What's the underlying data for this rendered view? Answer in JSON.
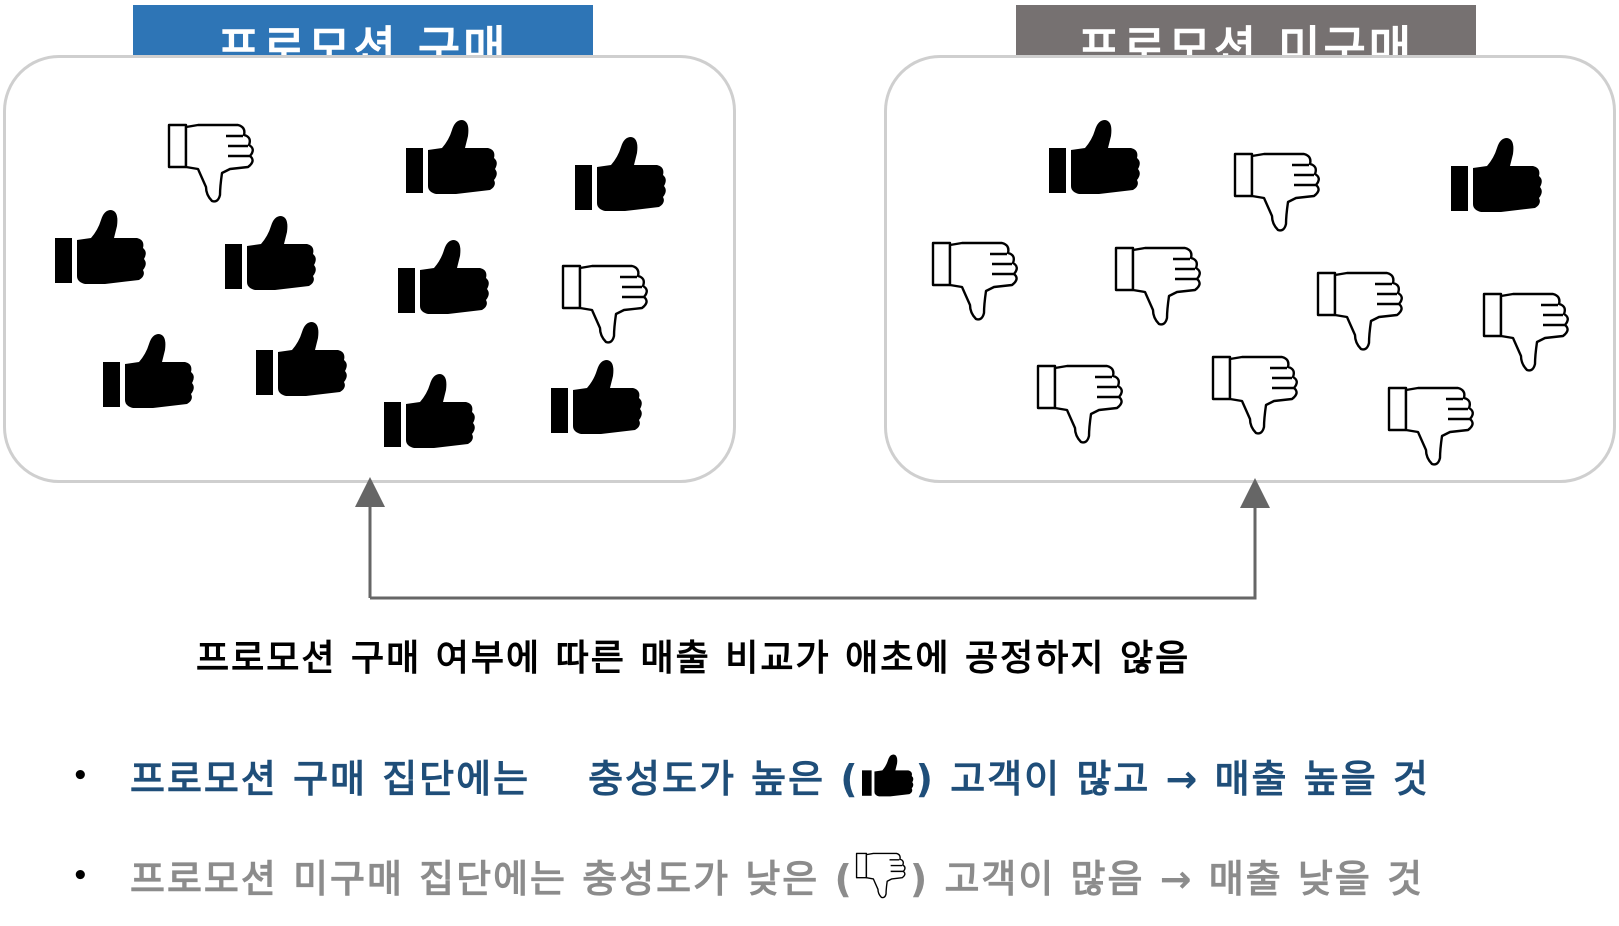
{
  "left_group": {
    "label": "프로모션 구매",
    "color": "#2e75b6",
    "icons": [
      "thumbs-down-icon",
      "thumbs-up-icon",
      "thumbs-up-icon",
      "thumbs-up-icon",
      "thumbs-up-icon",
      "thumbs-up-icon",
      "thumbs-down-icon",
      "thumbs-up-icon",
      "thumbs-up-icon",
      "thumbs-up-icon",
      "thumbs-up-icon"
    ]
  },
  "right_group": {
    "label": "프로모션 미구매",
    "color": "#767171",
    "icons": [
      "thumbs-up-icon",
      "thumbs-down-icon",
      "thumbs-up-icon",
      "thumbs-down-icon",
      "thumbs-down-icon",
      "thumbs-down-icon",
      "thumbs-down-icon",
      "thumbs-down-icon",
      "thumbs-down-icon",
      "thumbs-down-icon"
    ]
  },
  "caption": "프로모션 구매 여부에 따른 매출 비교가 애초에 공정하지 않음",
  "bullets": [
    {
      "bullet": "•",
      "part1": "프로모션 구매 집단에는",
      "part2": "충성도가 높은 (",
      "icon": "thumbs-up-icon",
      "part3": ") 고객이 많고 → 매출 높을 것",
      "color": "#1f4e79"
    },
    {
      "bullet": "•",
      "part1": "프로모션 미구매 집단에는 충성도가 낮은 (",
      "icon": "thumbs-down-icon",
      "part3": ") 고객이 많음 → 매출 낮을 것",
      "color": "#8c8c8c"
    }
  ]
}
